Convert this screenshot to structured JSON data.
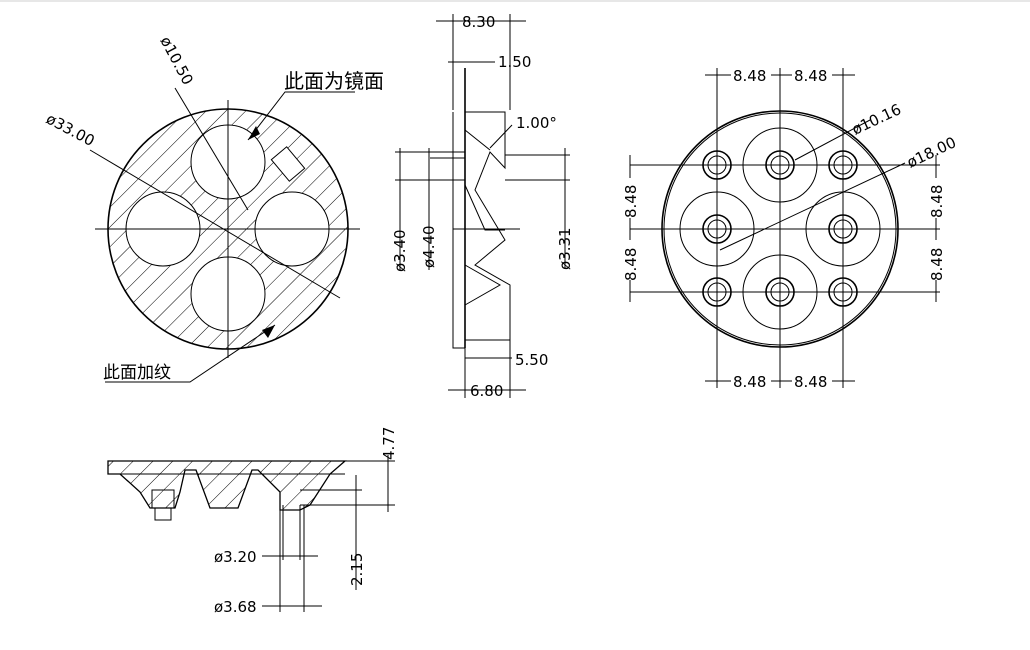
{
  "front_view": {
    "label_mirror": "此面为镜面",
    "label_texture": "此面加纹",
    "dim_outer": "ø33.00",
    "dim_hole": "ø10.50"
  },
  "side_view": {
    "dim_top_width": "8.30",
    "dim_step": "1.50",
    "dim_angle": "1.00°",
    "dim_d1": "ø3.40",
    "dim_d2": "ø4.40",
    "dim_d3": "ø3.31",
    "dim_bottom_step": "5.50",
    "dim_bottom_width": "6.80"
  },
  "rear_view": {
    "dim_top_left": "8.48",
    "dim_top_right": "8.48",
    "dim_bottom_left": "8.48",
    "dim_bottom_right": "8.48",
    "dim_left_top": "8.48",
    "dim_left_bottom": "8.48",
    "dim_right_top": "8.48",
    "dim_right_bottom": "8.48",
    "dim_hole": "ø10.16",
    "dim_circle": "ø18.00"
  },
  "section_view": {
    "dim_height": "4.77",
    "dim_depth": "2.15",
    "dim_d_inner": "ø3.20",
    "dim_d_outer": "ø3.68"
  }
}
